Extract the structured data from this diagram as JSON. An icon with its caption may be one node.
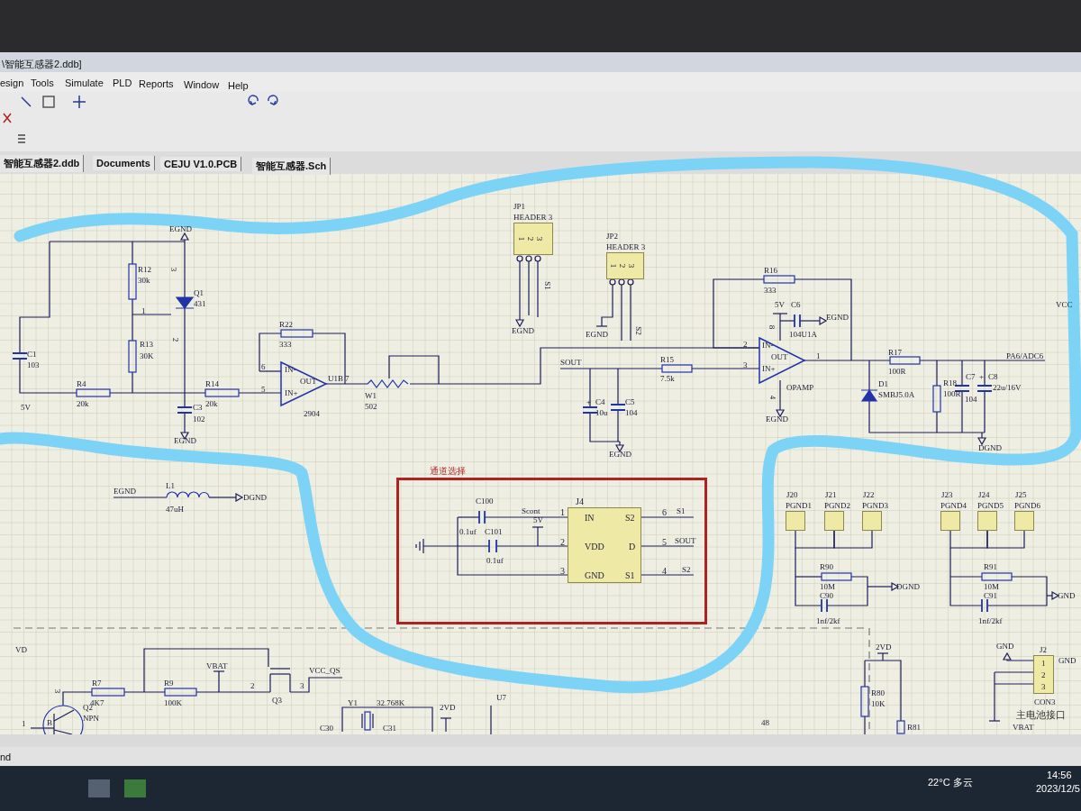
{
  "diagram": {
    "nodes": [
      {
        "text": [
          "JP1",
          "HEADER 3",
          "1",
          "2",
          "3"
        ]
      },
      {
        "text": [
          "JP2",
          "HEADER 3",
          "1",
          "2",
          "3"
        ]
      },
      {
        "text": [
          "通道选择"
        ]
      },
      {
        "text": [
          "J4",
          "IN",
          "VDD",
          "GND",
          "S2",
          "D",
          "S1"
        ],
        "in": 2,
        "beside": [
          "1",
          "6",
          "2",
          "5",
          "3",
          "4"
        ]
      },
      {
        "text": [
          "J20",
          "PGND1"
        ]
      },
      {
        "text": [
          "J21",
          "PGND2"
        ]
      },
      {
        "text": [
          "J22",
          "PGND3"
        ]
      },
      {
        "text": [
          "J23",
          "PGND4"
        ]
      },
      {
        "text": [
          "J24",
          "PGND5"
        ]
      },
      {
        "text": [
          "J25",
          "PGND6"
        ]
      },
      {
        "text": [
          "J2",
          "1",
          "2",
          "3"
        ],
        "beside": [
          "GND",
          "CON3"
        ]
      }
    ],
    "edges": [
      {
        "from": 4,
        "to": 5,
        "arrow": "none"
      },
      {
        "from": 5,
        "to": 6,
        "arrow": "none"
      },
      {
        "from": 7,
        "to": 8,
        "arrow": "none"
      },
      {
        "from": 8,
        "to": 9,
        "arrow": "none"
      }
    ],
    "labels": [
      "\\智能互感器2.ddb]",
      "esign",
      "Tools",
      "Simulate",
      "PLD",
      "Reports",
      "Window",
      "Help",
      "智能互感器2.ddb",
      "Documents",
      "CEJU V1.0.PCB",
      "智能互感器.Sch",
      "EGND",
      "R12",
      "30k",
      "3",
      "Q1",
      "431",
      "1",
      "C1",
      "103",
      "R13",
      "30K",
      "2",
      "R4",
      "20k",
      "R14",
      "20k",
      "5V",
      "C3",
      "102",
      "EGND",
      "R22",
      "333",
      "6",
      "IN-",
      "OUT",
      "U1B",
      "7",
      "5",
      "IN+",
      "2904",
      "W1",
      "502",
      "S1",
      "EGND",
      "EGND",
      "S2",
      "SOUT",
      "R15",
      "7.5k",
      "+",
      "C4",
      "10u",
      "C5",
      "104",
      "EGND",
      "R16",
      "333",
      "5V",
      "C6",
      "8",
      "EGND",
      "104U1A",
      "VCC",
      "2",
      "IN-",
      "OUT",
      "1",
      "3",
      "IN+",
      "R17",
      "100R",
      "PA6/ADC6",
      "C7",
      "+",
      "C8",
      "D1",
      "OPAMP",
      "104",
      "22u/16V",
      "R18",
      "SMBJ5.0A",
      "4",
      "100R",
      "EGND",
      "DGND",
      "L1",
      "EGND",
      "DGND",
      "47uH",
      "C100",
      "Scont",
      "S1",
      "5V",
      "0.1uf",
      "C101",
      "SOUT",
      "0.1uf",
      "S2",
      "R90",
      "R91",
      "10M",
      "DGND",
      "10M",
      "C90",
      "C91",
      "GND",
      "1nf/2kf",
      "1nf/2kf",
      "VD",
      "2VD",
      "GND",
      "VBAT",
      "VCC_QS",
      "R7",
      "R9",
      "2",
      "3",
      "3",
      "4K7",
      "100K",
      "Q3",
      "R80",
      "10K",
      "U7",
      "主电池接口",
      "Q2",
      "NPN",
      "Y1",
      "32.768K",
      "2VD",
      "48",
      "R81",
      "VBAT",
      "1",
      "B",
      "C30",
      "C31",
      "nd",
      "22°C 多云",
      "14:56",
      "2023/12/5"
    ]
  }
}
